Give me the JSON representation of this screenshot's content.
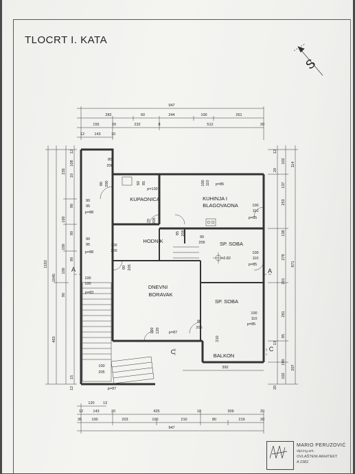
{
  "title": "TLOCRT I. KATA",
  "north": "S",
  "rooms": [
    {
      "name": "KUPAONICA"
    },
    {
      "name": "KUHINJA I",
      "name2": "BLAGOVAONA"
    },
    {
      "name": "HODNIK"
    },
    {
      "name": "SP. SOBA"
    },
    {
      "name": "DNEVNI",
      "name2": "BORAVAK"
    },
    {
      "name": "SP. SOBA"
    },
    {
      "name": "BALKON"
    }
  ],
  "section_marks": [
    "A",
    "A",
    "C",
    "C"
  ],
  "level_mark": "+2.82",
  "dims_top": {
    "overall": "947",
    "row2": [
      "282",
      "60",
      "244",
      "100",
      "261"
    ],
    "row3": [
      "155",
      "20",
      "232",
      "8",
      "512",
      "20"
    ],
    "row4": [
      "12",
      "143",
      "10"
    ]
  },
  "dims_bottom": {
    "row1": [
      "120",
      "13"
    ],
    "row2": [
      "12",
      "143",
      "20",
      "425",
      "18",
      "309",
      "20"
    ],
    "row3": [
      "35",
      "100",
      "203",
      "100",
      "210",
      "80",
      "219",
      "20"
    ],
    "overall": "947"
  },
  "dims_left": {
    "outer": [
      "1192",
      "1045",
      "463"
    ],
    "mid": [
      "235",
      "100",
      "100",
      "100"
    ],
    "inner": [
      "108",
      "12",
      "10",
      "90",
      "90",
      "90",
      "15",
      "12",
      "90"
    ]
  },
  "dims_right": {
    "outer": [
      "114",
      "871",
      "207"
    ],
    "mid": [
      "102",
      "137",
      "253",
      "138",
      "278",
      "201",
      "281",
      "95",
      "190",
      "102"
    ],
    "inner": [
      "12",
      "20",
      "13",
      "20"
    ]
  },
  "dims_inside": {
    "d1": "392",
    "labels": [
      "80",
      "200",
      "80",
      "200",
      "60",
      "85",
      "p=130",
      "100",
      "110",
      "p=85",
      "90",
      "95",
      "p=88",
      "90",
      "95",
      "p=88",
      "100",
      "100",
      "p=83",
      "70",
      "205",
      "85",
      "205",
      "90",
      "205",
      "100",
      "200",
      "90",
      "205",
      "100",
      "110",
      "p=85",
      "100",
      "110",
      "p=85",
      "100",
      "110",
      "p=85",
      "90",
      "205",
      "210",
      "100",
      "120",
      "p=87",
      "100",
      "205",
      "p=87"
    ]
  },
  "stamp": {
    "name": "MARIO PERUZOVIĆ",
    "degree": "dipl.ing.arh.",
    "role": "OVLAŠTENI ARHITEKT",
    "number": "A 2382"
  }
}
